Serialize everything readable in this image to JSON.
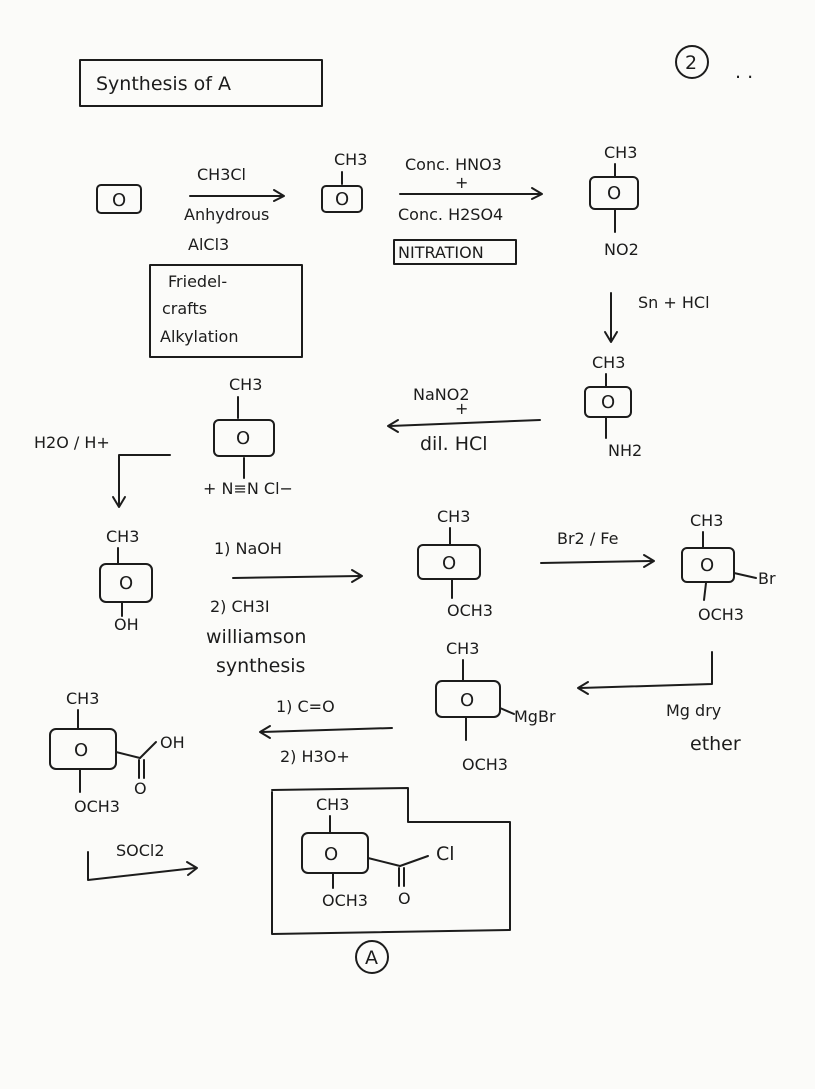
{
  "title": "Synthesis of A",
  "page_number": "2",
  "page_dots": ". .",
  "ring_label": "O",
  "steps": {
    "s1_reagent": "CH3Cl",
    "s1_condition": "Anhydrous",
    "s1_catalyst": "AlCl3",
    "s1_box_line1": "Friedel-",
    "s1_box_line2": "crafts",
    "s1_box_line3": "Alkylation",
    "s2_reagent": "Conc. HNO3",
    "s2_plus": "+",
    "s2_acid": "Conc. H2SO4",
    "s2_box": "NITRATION",
    "s3_reagent": "Sn + HCl",
    "s4_reagent": "NaNO2",
    "s4_plus": "+",
    "s4_acid": "dil. HCl",
    "s5_reagent": "H2O / H+",
    "s6_line1": "1) NaOH",
    "s6_line2": "2) CH3I",
    "s6_line3": "williamson",
    "s6_line4": "synthesis",
    "s7_reagent": "Br2 / Fe",
    "s8_line1": "Mg dry",
    "s8_line2": "ether",
    "s9_line1": "1) C=O",
    "s9_line2": "2) H3O+",
    "s10_reagent": "SOCl2"
  },
  "groups": {
    "ch3": "CH3",
    "no2": "NO2",
    "nh2": "NH2",
    "diazonium": "+ N≡N Cl−",
    "oh": "OH",
    "och3": "OCH3",
    "br": "Br",
    "mgbr": "MgBr",
    "cooh_oh": "OH",
    "carbonyl_o": "O",
    "cocl_cl": "Cl"
  },
  "product_label": "A"
}
